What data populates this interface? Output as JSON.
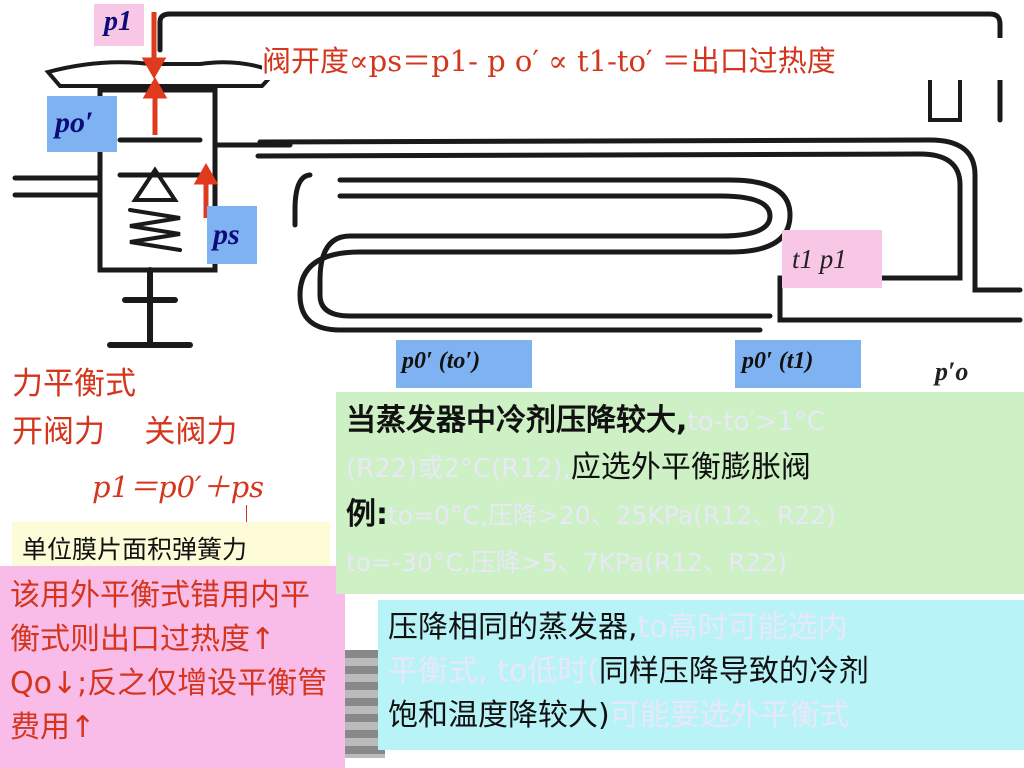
{
  "labels": {
    "p1_top": "p1",
    "po_prime": "po′",
    "ps": "ps",
    "t1_p1": "t1  p1",
    "p0_t0": "p0′ (to′)",
    "p0_t1": "p0′ (t1)",
    "p_prime_o": "p′o"
  },
  "formula_top": "阀开度∝ps＝p1- p o′ ∝ t1-to′ ＝出口过热度",
  "left": {
    "title": "力平衡式",
    "open_close": "开阀力    关阀力",
    "equation": "p1＝p0′＋ps",
    "spring_note": "单位膜片面积弹簧力"
  },
  "pink_box": "该用外平衡式错用内平衡式则出口过热度↑ Qo↓;反之仅增设平衡管费用↑",
  "green_box": {
    "line1": "当蒸发器中冷剂压降较大,",
    "line1_faint": "to-to′>1°C",
    "line2_faint": "(R22)或2°C(R12),",
    "line2": "应选外平衡膨胀阀",
    "line3": "例:",
    "line3_faint": "to=0°C,压降>20、25KPa(R12、R22)",
    "line4_faint": "to=-30°C,压降>5、7KPa(R12、R22)"
  },
  "cyan_box": {
    "line1": "压降相同的蒸发器,",
    "line1_faint": "to高时可能选内",
    "line2_faint": "平衡式, to低时(",
    "line2": "同样压降导致的冷剂",
    "line3": "饱和温度降较大)",
    "line3_faint": "可能要选外平衡式"
  },
  "colors": {
    "red_text": "#d4351c",
    "pink_label": "#f9c7e6",
    "blue_label": "#7fb2f0",
    "green_box": "#cdf0c4",
    "cyan_box": "#b8f3f8",
    "pink_box": "#f9bce8",
    "yellow_note": "#fdfbd8"
  }
}
